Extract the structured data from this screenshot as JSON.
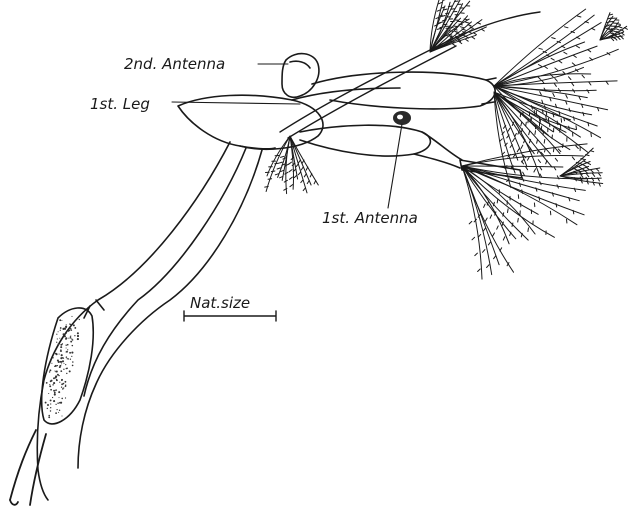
{
  "labels": {
    "second_antenna": "2nd. Antenna",
    "first_leg": "1st. Leg",
    "first_antenna": "1st. Antenna",
    "scale": "Nat.size"
  },
  "colors": {
    "ink": "#1a1a1a",
    "background": "#ffffff"
  },
  "icons": [
    "scale-bar-icon"
  ]
}
